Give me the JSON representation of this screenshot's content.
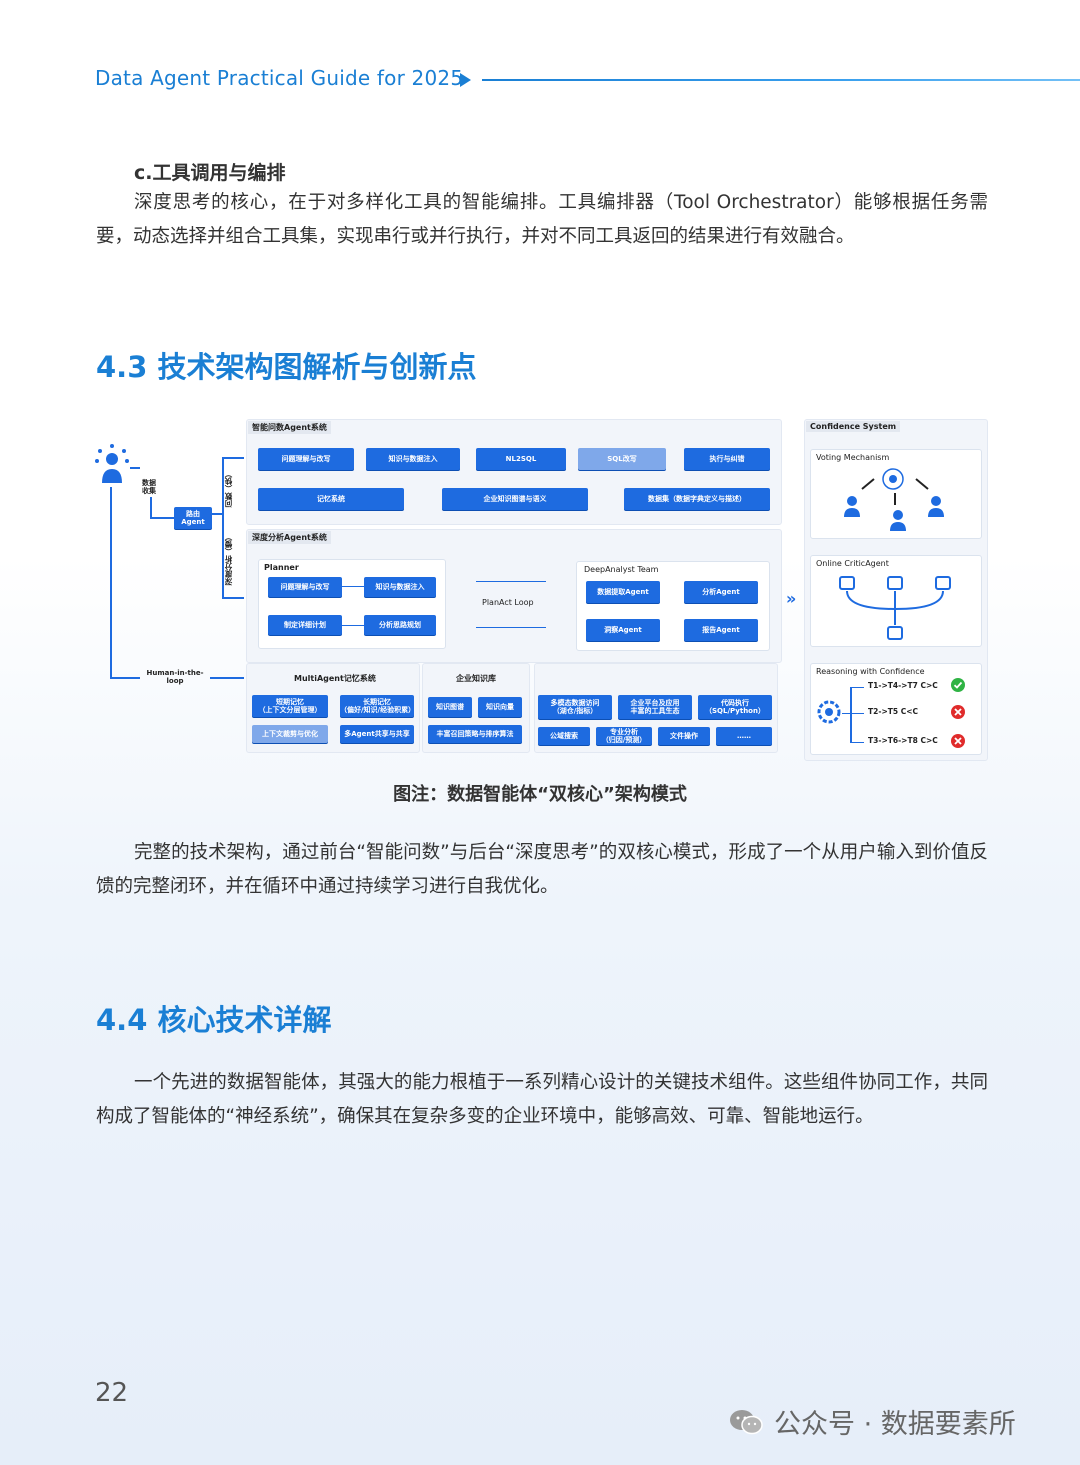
{
  "header": {
    "title": "Data Agent Practical Guide for 2025"
  },
  "section_c": {
    "heading": "c.工具调用与编排",
    "para1": "深度思考的核心，在于对多样化工具的智能编排。工具编排器（Tool Orchestrator）能够根据任务需要，动态选择并组合工具集，实现串行或并行执行，并对不同工具返回的结果进行有效融合。"
  },
  "section_43": {
    "title": "4.3 技术架构图解析与创新点",
    "caption": "图注：数据智能体“双核心”架构模式",
    "para": "完整的技术架构，通过前台“智能问数”与后台“深度思考”的双核心模式，形成了一个从用户输入到价值反馈的完整闭环，并在循环中通过持续学习进行自我优化。"
  },
  "section_44": {
    "title": "4.4 核心技术详解",
    "para": "一个先进的数据智能体，其强大的能力根植于一系列精心设计的关键技术组件。这些组件协同工作，共同构成了智能体的“神经系统”，确保其在复杂多变的企业环境中，能够高效、可靠、智能地运行。"
  },
  "diagram": {
    "left": {
      "data_collect": "数据\n收集",
      "router": "路由\nAgent",
      "route_a": "问数（快）",
      "route_b": "深度分析（慢）",
      "hitl": "Human-in-the-loop"
    },
    "zhineng": {
      "label": "智能问数Agent系统",
      "row1": [
        "问题理解与改写",
        "知识与数据注入",
        "NL2SQL",
        "SQL改写",
        "执行与纠错"
      ],
      "row2": [
        "记忆系统",
        "企业知识图谱与语义",
        "数据集（数据字典定义与描述）"
      ]
    },
    "deep": {
      "label": "深度分析Agent系统",
      "planner": "Planner",
      "planner_items": [
        "问题理解与改写",
        "知识与数据注入",
        "制定详细计划",
        "分析思路规划"
      ],
      "loop": "PlanAct Loop",
      "team": "DeepAnalyst Team",
      "team_items": [
        "数据提取Agent",
        "分析Agent",
        "洞察Agent",
        "报告Agent"
      ]
    },
    "bottom": {
      "memory_label": "MultiAgent记忆系统",
      "memory_items": [
        "短期记忆\n（上下文分层管理）",
        "长期记忆\n（偏好/知识/经验积累）",
        "上下文裁剪与优化",
        "多Agent共享与共享"
      ],
      "kb_label": "企业知识库",
      "kb_items": [
        "知识图谱",
        "知识向量",
        "丰富召回策略与排序算法"
      ],
      "tools_items": [
        "多模态数据访问\n（湖仓/指标）",
        "企业平台及应用\n丰富的工具生态",
        "代码执行\n（SQL/Python）",
        "公域搜索",
        "专业分析\n（归因/预测）",
        "文件操作",
        "……"
      ]
    },
    "confidence": {
      "label": "Confidence System",
      "voting": "Voting Mechanism",
      "critic": "Online CriticAgent",
      "reasoning": "Reasoning with Confidence",
      "paths": [
        {
          "a": "T1->T4->T7",
          "b": "C>C",
          "ok": true
        },
        {
          "a": "T2->T5",
          "b": "C<C",
          "ok": false
        },
        {
          "a": "T3->T6->T8",
          "b": "C>C",
          "ok": false
        }
      ]
    }
  },
  "footer": {
    "page": "22",
    "watermark": "公众号 · 数据要素所"
  },
  "colors": {
    "accent": "#1a7fd4",
    "box": "#1e6be0",
    "ok": "#2fb344",
    "bad": "#e02b2b"
  }
}
